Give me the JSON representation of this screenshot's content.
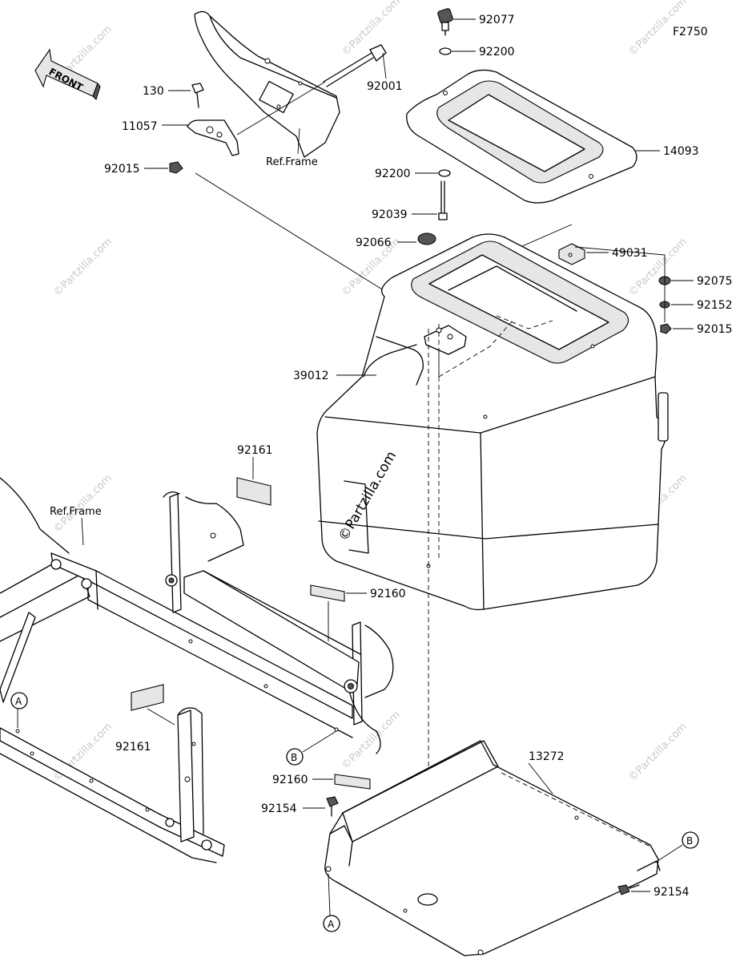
{
  "figure_code": "F2750",
  "front_arrow_label": "FRONT",
  "watermark": "©Partzilla.com",
  "center_watermark": "©Partzilla.com",
  "ref_frame_label": "Ref.Frame",
  "callouts": {
    "p92077": "92077",
    "p92200_top": "92200",
    "p92001": "92001",
    "p130": "130",
    "p11057": "11057",
    "p92015_left": "92015",
    "p14093": "14093",
    "p92200_mid": "92200",
    "p92039": "92039",
    "p92066": "92066",
    "p49031": "49031",
    "p92075": "92075",
    "p92152": "92152",
    "p92015_right": "92015",
    "p39012": "39012",
    "p92161_top": "92161",
    "p92160_mid": "92160",
    "p92161_bottom": "92161",
    "p13272": "13272",
    "p92160_low": "92160",
    "p92154_left": "92154",
    "p92154_right": "92154"
  },
  "markers": {
    "a_left": "A",
    "b_mid": "B",
    "b_right": "B",
    "a_bottom": "A"
  }
}
